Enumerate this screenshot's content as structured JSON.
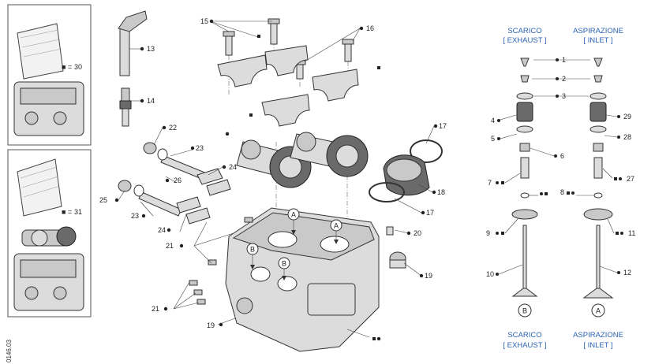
{
  "diagram_code": "0146.03",
  "insets": [
    {
      "label": "30",
      "marker": "■ ="
    },
    {
      "label": "31",
      "marker": "■ ="
    }
  ],
  "callouts": [
    {
      "id": "c13",
      "text": "13"
    },
    {
      "id": "c14",
      "text": "14"
    },
    {
      "id": "c15",
      "text": "15"
    },
    {
      "id": "c16",
      "text": "16"
    },
    {
      "id": "c17a",
      "text": "17"
    },
    {
      "id": "c17b",
      "text": "17"
    },
    {
      "id": "c18",
      "text": "18"
    },
    {
      "id": "c19a",
      "text": "19"
    },
    {
      "id": "c19b",
      "text": "19"
    },
    {
      "id": "c20",
      "text": "20"
    },
    {
      "id": "c21a",
      "text": "21"
    },
    {
      "id": "c21b",
      "text": "21"
    },
    {
      "id": "c22",
      "text": "22"
    },
    {
      "id": "c23a",
      "text": "23"
    },
    {
      "id": "c23b",
      "text": "23"
    },
    {
      "id": "c24a",
      "text": "24"
    },
    {
      "id": "c24b",
      "text": "24"
    },
    {
      "id": "c25",
      "text": "25"
    },
    {
      "id": "c26",
      "text": "26"
    }
  ],
  "circle_markers": [
    "A",
    "A",
    "B",
    "B"
  ],
  "valve_legend": {
    "left_title": "SCARICO",
    "left_sub": "[ EXHAUST ]",
    "right_title": "ASPIRAZIONE",
    "right_sub": "[ INLET ]",
    "left_bottom_marker": "B",
    "right_bottom_marker": "A",
    "left_numbers": [
      "4",
      "5",
      "7",
      "9",
      "10"
    ],
    "center_numbers": [
      "1",
      "2",
      "3",
      "6",
      "8"
    ],
    "right_numbers": [
      "29",
      "28",
      "27",
      "11",
      "12"
    ]
  }
}
